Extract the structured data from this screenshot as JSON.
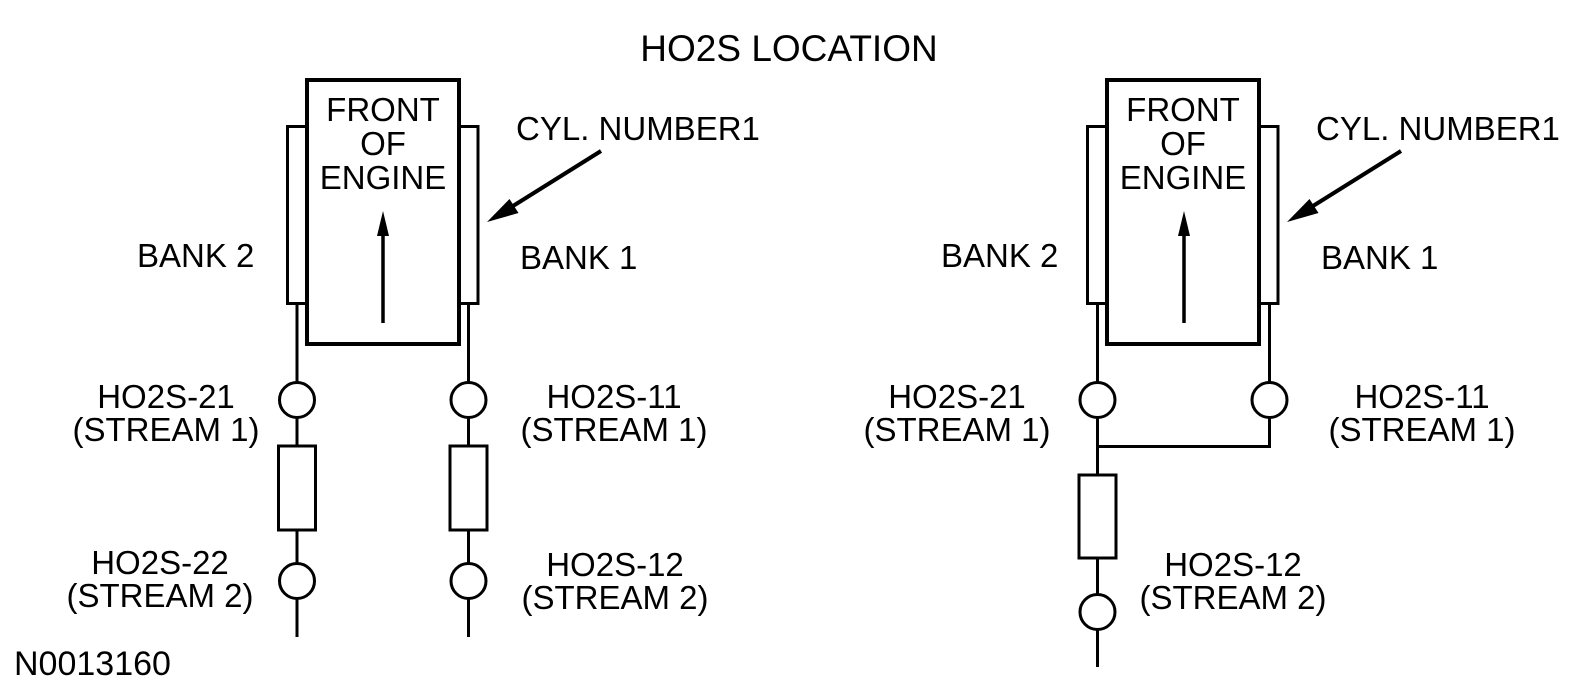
{
  "title": "HO2S LOCATION",
  "drawing_number": "N0013160",
  "colors": {
    "ink": "#000000",
    "background": "#ffffff"
  },
  "left_diagram": {
    "description": "dual exhaust configuration",
    "engine_label": [
      "FRONT",
      "OF",
      "ENGINE"
    ],
    "cylinder_callout": "CYL. NUMBER1",
    "bank_left_label": "BANK 2",
    "bank_right_label": "BANK 1",
    "sensor_labels": {
      "ho2s21": [
        "HO2S-21",
        "(STREAM 1)"
      ],
      "ho2s11": [
        "HO2S-11",
        "(STREAM 1)"
      ],
      "ho2s22": [
        "HO2S-22",
        "(STREAM 2)"
      ],
      "ho2s12": [
        "HO2S-12",
        "(STREAM 2)"
      ]
    }
  },
  "right_diagram": {
    "description": "merged Y-pipe exhaust configuration",
    "engine_label": [
      "FRONT",
      "OF",
      "ENGINE"
    ],
    "cylinder_callout": "CYL. NUMBER1",
    "bank_left_label": "BANK 2",
    "bank_right_label": "BANK 1",
    "sensor_labels": {
      "ho2s21": [
        "HO2S-21",
        "(STREAM 1)"
      ],
      "ho2s11": [
        "HO2S-11",
        "(STREAM 1)"
      ],
      "ho2s12": [
        "HO2S-12",
        "(STREAM 2)"
      ]
    }
  }
}
